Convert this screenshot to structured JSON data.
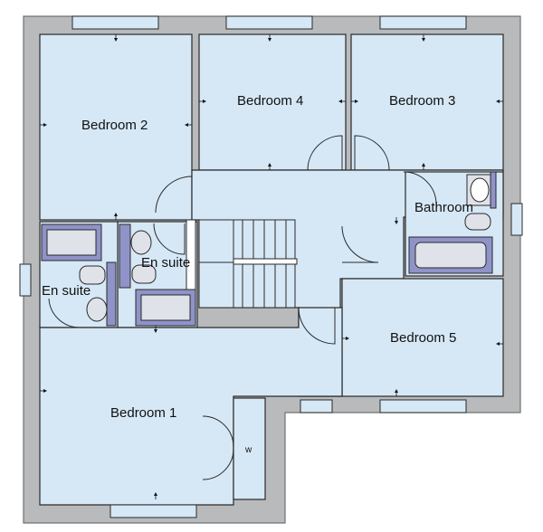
{
  "colors": {
    "wall": "#b9babb",
    "wall_edge": "#6f7072",
    "room": "#d6e8f6",
    "room_edge": "#2a2a2a",
    "fixture_fill": "#8f93c8",
    "fixture_inner": "#dfe2e8",
    "window": "#d6e8f6"
  },
  "rooms": {
    "bedroom_2": "Bedroom 2",
    "bedroom_4": "Bedroom 4",
    "bedroom_3": "Bedroom 3",
    "bathroom": "Bathroom",
    "en_suite_upper": "En suite",
    "en_suite_left": "En suite",
    "bedroom_5": "Bedroom 5",
    "bedroom_1": "Bedroom 1",
    "wardrobe": "w"
  }
}
